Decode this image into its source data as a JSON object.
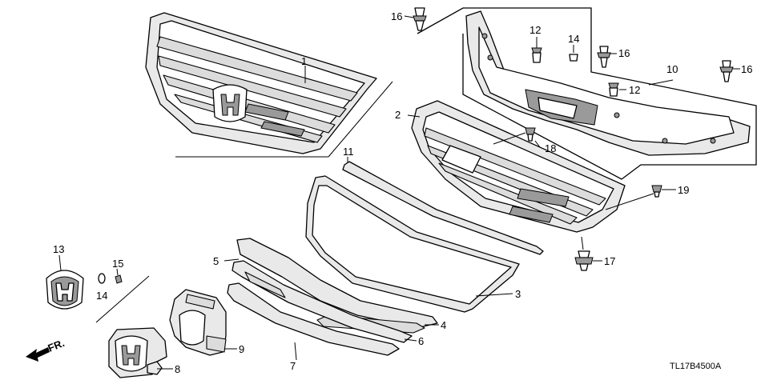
{
  "diagram": {
    "callouts": [
      "1",
      "2",
      "3",
      "4",
      "5",
      "6",
      "7",
      "8",
      "9",
      "10",
      "11",
      "12",
      "12",
      "13",
      "14",
      "14",
      "15",
      "16",
      "16",
      "16",
      "17",
      "18",
      "19"
    ],
    "front_marker": "FR.",
    "diagram_code": "TL17B4500A"
  }
}
